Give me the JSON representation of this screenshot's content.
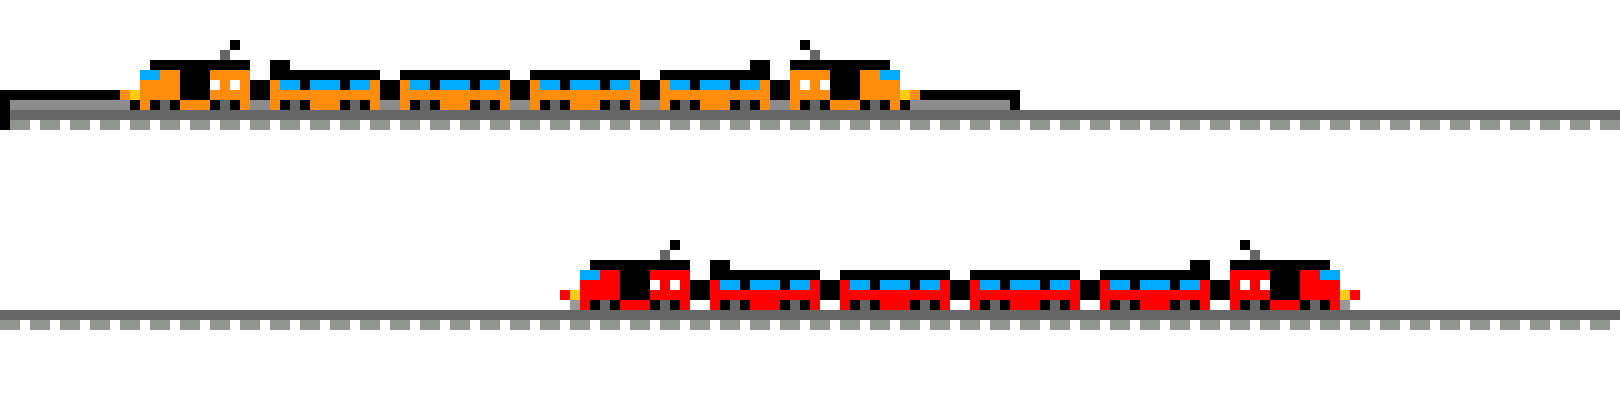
{
  "scene": {
    "background": "#ffffff",
    "tracks": [
      {
        "name": "upper-track",
        "rail_color": "#666666",
        "tie_color": "#939590",
        "has_station_platform": true,
        "platform_color": "#8c8c8c",
        "platform_edge_color": "#000000"
      },
      {
        "name": "lower-track",
        "rail_color": "#666666",
        "tie_color": "#939590",
        "has_station_platform": false
      }
    ],
    "trains": [
      {
        "name": "orange-train",
        "body_color": "#ff8c0a",
        "window_color": "#00aaff",
        "headlight_color": "#ffcc11",
        "front_wheel_color": "#000000",
        "locomotives": 2,
        "coaches": 4
      },
      {
        "name": "red-train",
        "body_color": "#ff0000",
        "window_color": "#00aaff",
        "headlight_color": "#ffcc11",
        "front_wheel_color": "#999999",
        "locomotives": 2,
        "coaches": 4
      }
    ],
    "common_colors": {
      "outline": "#000000",
      "wheel": "#666666",
      "pantograph": "#666666",
      "cab_window": "#ffffff"
    }
  }
}
